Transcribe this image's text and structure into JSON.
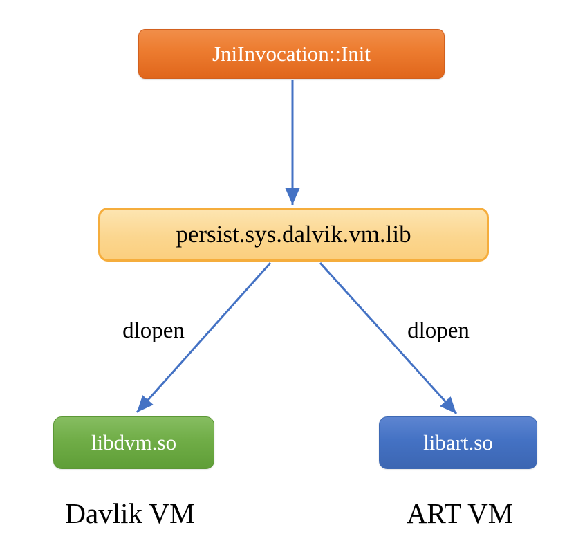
{
  "diagram": {
    "type": "flowchart",
    "arrow_color": "#4472C4",
    "nodes": [
      {
        "id": "jni-init",
        "label": "JniInvocation::Init",
        "fill": "#ED7D31",
        "text_color": "#FFFFFF"
      },
      {
        "id": "persist-prop",
        "label": "persist.sys.dalvik.vm.lib",
        "fill": "#FBD68F",
        "border": "#F5AD3C",
        "text_color": "#000000"
      },
      {
        "id": "libdvm",
        "label": "libdvm.so",
        "fill": "#70AD47",
        "text_color": "#FFFFFF"
      },
      {
        "id": "libart",
        "label": "libart.so",
        "fill": "#4472C4",
        "text_color": "#FFFFFF"
      }
    ],
    "edges": [
      {
        "from": "jni-init",
        "to": "persist-prop",
        "label": ""
      },
      {
        "from": "persist-prop",
        "to": "libdvm",
        "label": "dlopen"
      },
      {
        "from": "persist-prop",
        "to": "libart",
        "label": "dlopen"
      }
    ],
    "captions": [
      {
        "for": "libdvm",
        "text": "Davlik VM"
      },
      {
        "for": "libart",
        "text": "ART VM"
      }
    ]
  }
}
